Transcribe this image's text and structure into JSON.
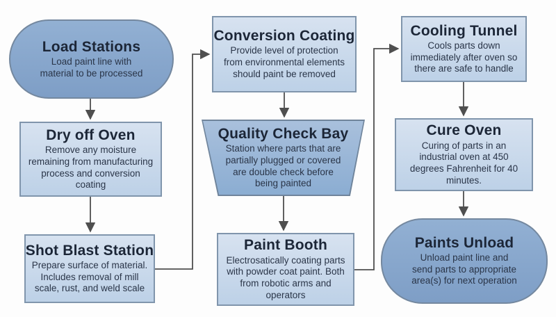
{
  "diagram": {
    "type": "flowchart",
    "subject": "powder coat paint line process",
    "colors": {
      "rect_fill_top": "#d7e2f0",
      "rect_fill_bottom": "#bdd1e7",
      "rect_border": "#8095ac",
      "stadium_fill_top": "#92b0d3",
      "stadium_fill_bottom": "#7e9ec6",
      "stadium_border": "#74889f",
      "trapezoid_fill_top": "#a9c0dc",
      "trapezoid_fill_bottom": "#8badd2",
      "trapezoid_border": "#6f849b",
      "title_text": "#1c2637",
      "body_text": "#2a3548",
      "arrow": "#4f4f4f",
      "page_bg": "#fdfdfd"
    },
    "nodes": {
      "load_stations": {
        "shape": "stadium",
        "title": "Load Stations",
        "desc": "Load paint line with\nmaterial to be processed"
      },
      "dry_off_oven": {
        "shape": "rectangle",
        "title": "Dry off Oven",
        "desc": "Remove any moisture\nremaining from manufacturing\nprocess and conversion\ncoating"
      },
      "shot_blast_station": {
        "shape": "rectangle",
        "title": "Shot Blast Station",
        "desc": "Prepare surface of material.\nIncludes removal of mill\nscale, rust, and weld scale"
      },
      "conversion_coating": {
        "shape": "rectangle",
        "title": "Conversion Coating",
        "desc": "Provide level of protection\nfrom environmental elements\nshould paint be removed"
      },
      "quality_check_bay": {
        "shape": "trapezoid",
        "title": "Quality Check Bay",
        "desc": "Station where parts that are\npartially plugged or covered\nare double check before\nbeing painted"
      },
      "paint_booth": {
        "shape": "rectangle",
        "title": "Paint Booth",
        "desc": "Electrosatically coating parts\nwith powder coat paint. Both\nfrom robotic arms and\noperators"
      },
      "cooling_tunnel": {
        "shape": "rectangle",
        "title": "Cooling Tunnel",
        "desc": "Cools parts down\nimmediately after oven so\nthere are safe to handle"
      },
      "cure_oven": {
        "shape": "rectangle",
        "title": "Cure Oven",
        "desc": "Curing of parts in an\nindustrial oven at 450\ndegrees Fahrenheit for 40\nminutes."
      },
      "paints_unload": {
        "shape": "stadium",
        "title": "Paints Unload",
        "desc": "Unload paint line and\nsend parts to appropriate\narea(s) for next operation"
      }
    },
    "edges": [
      {
        "from": "load_stations",
        "to": "dry_off_oven"
      },
      {
        "from": "dry_off_oven",
        "to": "shot_blast_station"
      },
      {
        "from": "shot_blast_station",
        "to": "conversion_coating"
      },
      {
        "from": "conversion_coating",
        "to": "quality_check_bay"
      },
      {
        "from": "quality_check_bay",
        "to": "paint_booth"
      },
      {
        "from": "paint_booth",
        "to": "cooling_tunnel"
      },
      {
        "from": "cooling_tunnel",
        "to": "cure_oven"
      },
      {
        "from": "cure_oven",
        "to": "paints_unload"
      }
    ]
  }
}
